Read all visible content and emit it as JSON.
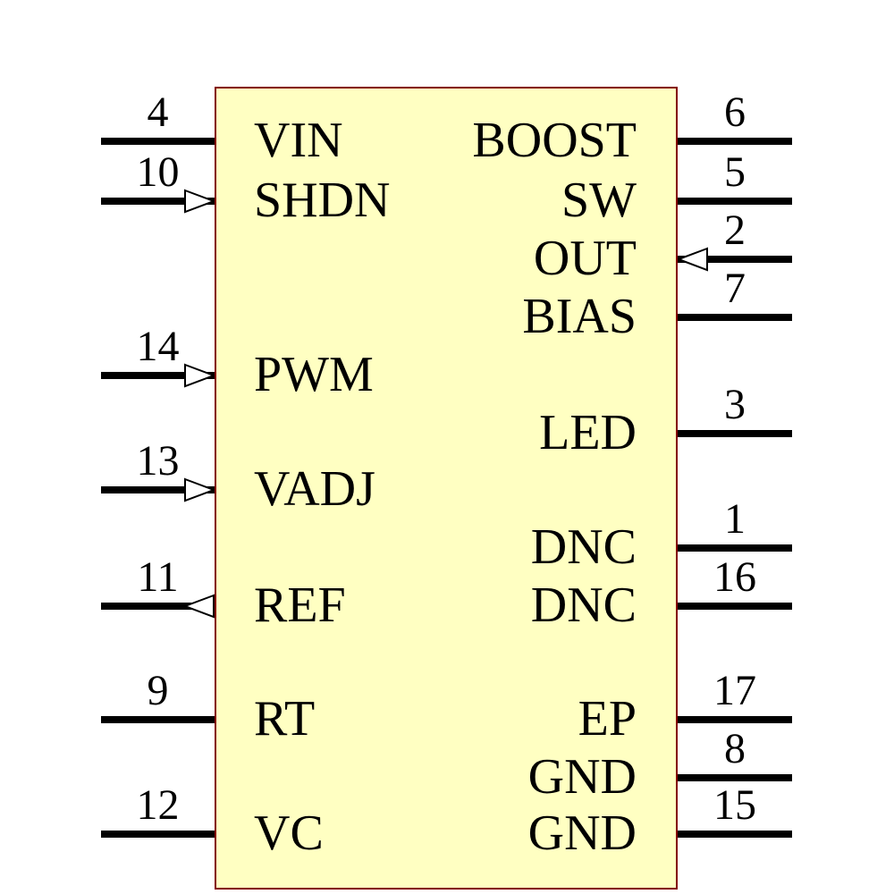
{
  "component": {
    "kind": "schematic-symbol",
    "body_fill": "#FFFFC2",
    "body_stroke": "#840000",
    "wire_color": "#000000",
    "left_pins": [
      {
        "number": "4",
        "label": "VIN",
        "arrow": "none"
      },
      {
        "number": "10",
        "label": "SHDN",
        "arrow": "input"
      },
      {
        "number": "14",
        "label": "PWM",
        "arrow": "input"
      },
      {
        "number": "13",
        "label": "VADJ",
        "arrow": "input"
      },
      {
        "number": "11",
        "label": "REF",
        "arrow": "output"
      },
      {
        "number": "9",
        "label": "RT",
        "arrow": "none"
      },
      {
        "number": "12",
        "label": "VC",
        "arrow": "none"
      }
    ],
    "right_pins": [
      {
        "number": "6",
        "label": "BOOST",
        "arrow": "none"
      },
      {
        "number": "5",
        "label": "SW",
        "arrow": "none"
      },
      {
        "number": "2",
        "label": "OUT",
        "arrow": "input"
      },
      {
        "number": "7",
        "label": "BIAS",
        "arrow": "none"
      },
      {
        "number": "3",
        "label": "LED",
        "arrow": "none"
      },
      {
        "number": "1",
        "label": "DNC",
        "arrow": "none"
      },
      {
        "number": "16",
        "label": "DNC",
        "arrow": "none"
      },
      {
        "number": "17",
        "label": "EP",
        "arrow": "none"
      },
      {
        "number": "8",
        "label": "GND",
        "arrow": "none"
      },
      {
        "number": "15",
        "label": "GND",
        "arrow": "none"
      }
    ]
  }
}
